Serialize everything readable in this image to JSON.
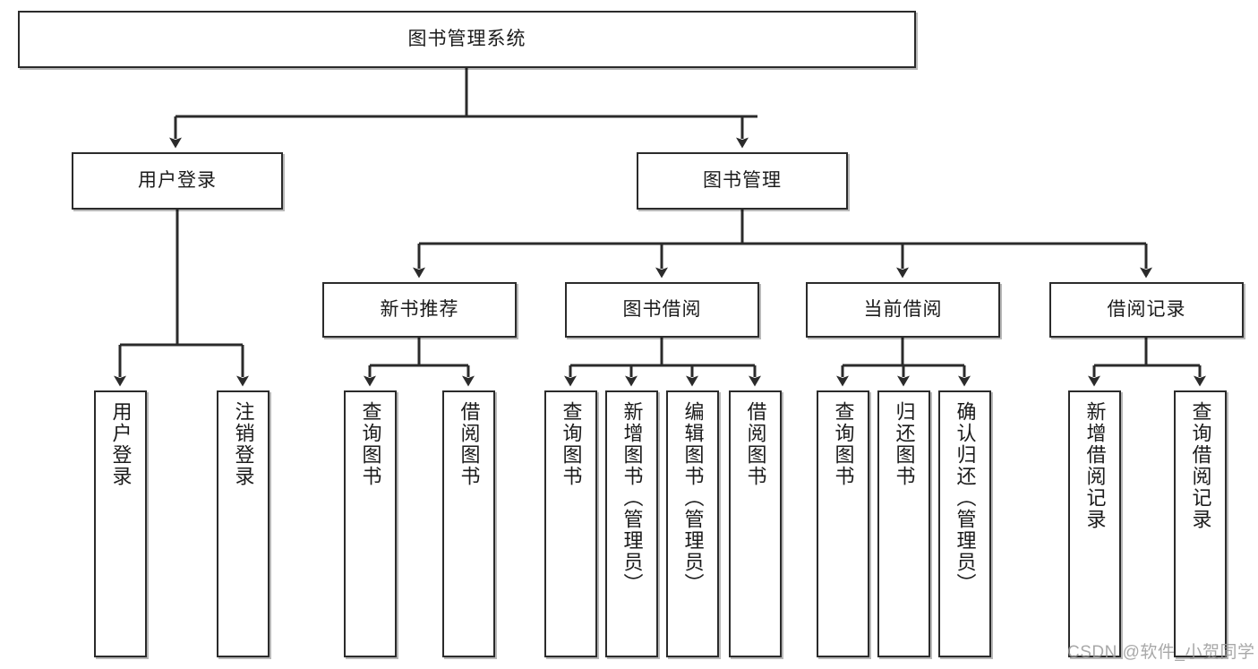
{
  "diagram": {
    "type": "tree-hierarchy-flowchart",
    "title": "图书管理系统",
    "colors": {
      "box_border": "#2b2b2b",
      "box_fill": "#ffffff",
      "connector": "#2b2b2b",
      "background": "#ffffff",
      "watermark": "#9a9a9a"
    },
    "root": {
      "id": "root",
      "label": "图书管理系统",
      "orientation": "horizontal"
    },
    "level2": [
      {
        "id": "user-login",
        "label": "用户登录",
        "orientation": "horizontal"
      },
      {
        "id": "book-management",
        "label": "图书管理",
        "orientation": "horizontal"
      }
    ],
    "level3": [
      {
        "id": "new-book-recommend",
        "label": "新书推荐",
        "orientation": "horizontal",
        "parent": "book-management"
      },
      {
        "id": "book-borrow",
        "label": "图书借阅",
        "orientation": "horizontal",
        "parent": "book-management"
      },
      {
        "id": "current-borrow",
        "label": "当前借阅",
        "orientation": "horizontal",
        "parent": "book-management"
      },
      {
        "id": "borrow-record",
        "label": "借阅记录",
        "orientation": "horizontal",
        "parent": "book-management"
      }
    ],
    "leaves": [
      {
        "id": "leaf-user-login",
        "label": "用户登录",
        "parent": "user-login",
        "orientation": "vertical"
      },
      {
        "id": "leaf-user-logout",
        "label": "注销登录",
        "parent": "user-login",
        "orientation": "vertical"
      },
      {
        "id": "leaf-query-book-1",
        "label": "查询图书",
        "parent": "new-book-recommend",
        "orientation": "vertical"
      },
      {
        "id": "leaf-borrow-book-1",
        "label": "借阅图书",
        "parent": "new-book-recommend",
        "orientation": "vertical"
      },
      {
        "id": "leaf-query-book-2",
        "label": "查询图书",
        "parent": "book-borrow",
        "orientation": "vertical"
      },
      {
        "id": "leaf-add-book",
        "label": "新增图书（管理员）",
        "parent": "book-borrow",
        "orientation": "vertical"
      },
      {
        "id": "leaf-edit-book",
        "label": "编辑图书（管理员）",
        "parent": "book-borrow",
        "orientation": "vertical"
      },
      {
        "id": "leaf-borrow-book-2",
        "label": "借阅图书",
        "parent": "book-borrow",
        "orientation": "vertical"
      },
      {
        "id": "leaf-query-book-3",
        "label": "查询图书",
        "parent": "current-borrow",
        "orientation": "vertical"
      },
      {
        "id": "leaf-return-book",
        "label": "归还图书",
        "parent": "current-borrow",
        "orientation": "vertical"
      },
      {
        "id": "leaf-confirm-return",
        "label": "确认归还（管理员）",
        "parent": "current-borrow",
        "orientation": "vertical"
      },
      {
        "id": "leaf-add-record",
        "label": "新增借阅记录",
        "parent": "borrow-record",
        "orientation": "vertical"
      },
      {
        "id": "leaf-query-record",
        "label": "查询借阅记录",
        "parent": "borrow-record",
        "orientation": "vertical"
      }
    ],
    "watermark": "CSDN @软件_小贺同学"
  }
}
